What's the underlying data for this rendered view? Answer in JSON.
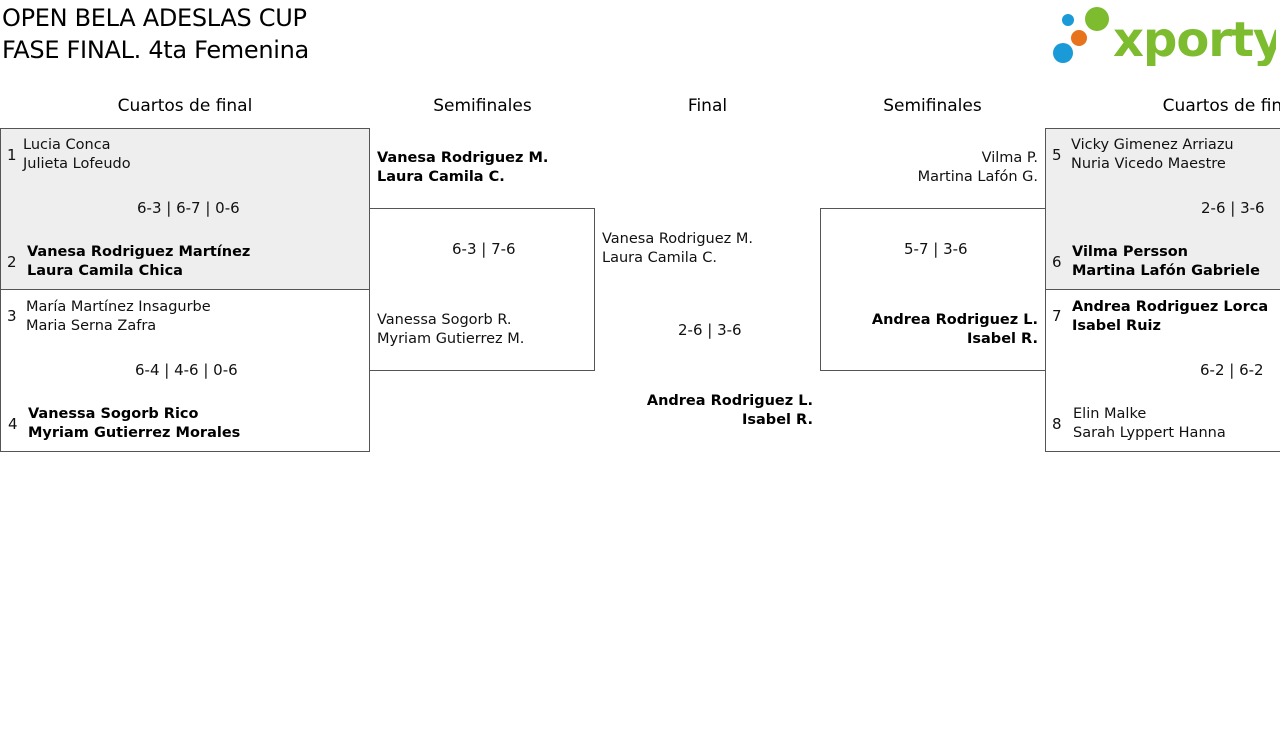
{
  "header": {
    "title_line1": "OPEN BELA ADESLAS CUP",
    "title_line2": "FASE FINAL. 4ta Femenina",
    "logo_text": "xporty"
  },
  "columns": {
    "qf_left": "Cuartos de final",
    "sf_left": "Semifinales",
    "final": "Final",
    "sf_right": "Semifinales",
    "qf_right": "Cuartos de final"
  },
  "quarterfinals": [
    {
      "seed_a": "1",
      "a1": "Lucia Conca",
      "a2": "Julieta Lofeudo",
      "score": "6-3 | 6-7 | 0-6",
      "seed_b": "2",
      "b1": "Vanesa Rodriguez Martínez",
      "b2": "Laura Camila Chica"
    },
    {
      "seed_a": "3",
      "a1": "María Martínez Insagurbe",
      "a2": "Maria Serna Zafra",
      "score": "6-4 | 4-6 | 0-6",
      "seed_b": "4",
      "b1": "Vanessa Sogorb Rico",
      "b2": "Myriam Gutierrez Morales"
    },
    {
      "seed_a": "5",
      "a1": "Vicky Gimenez Arriazu",
      "a2": "Nuria Vicedo Maestre",
      "score": "2-6 | 3-6",
      "seed_b": "6",
      "b1": "Vilma Persson",
      "b2": "Martina Lafón Gabriele"
    },
    {
      "seed_a": "7",
      "a1": "Andrea Rodriguez Lorca",
      "a2": "Isabel Ruiz",
      "score": "6-2 | 6-2",
      "seed_b": "8",
      "b1": "Elin Malke",
      "b2": "Sarah Lyppert Hanna"
    }
  ],
  "semifinals": [
    {
      "a1": "Vanesa Rodriguez M.",
      "a2": "Laura Camila C.",
      "score": "6-3 | 7-6",
      "b1": "Vanessa Sogorb R.",
      "b2": "Myriam Gutierrez M."
    },
    {
      "a1": "Vilma P.",
      "a2": "Martina Lafón G.",
      "score": "5-7 | 3-6",
      "b1": "Andrea Rodriguez L.",
      "b2": "Isabel R."
    }
  ],
  "final": {
    "a1": "Vanesa Rodriguez M.",
    "a2": "Laura Camila C.",
    "score": "2-6 | 3-6",
    "b1": "Andrea Rodriguez L.",
    "b2": "Isabel R."
  },
  "colors": {
    "logo_green": "#7dbb2f",
    "logo_blue": "#1a9ad6",
    "logo_orange": "#e8731d",
    "box_grey": "#eeeeee"
  }
}
